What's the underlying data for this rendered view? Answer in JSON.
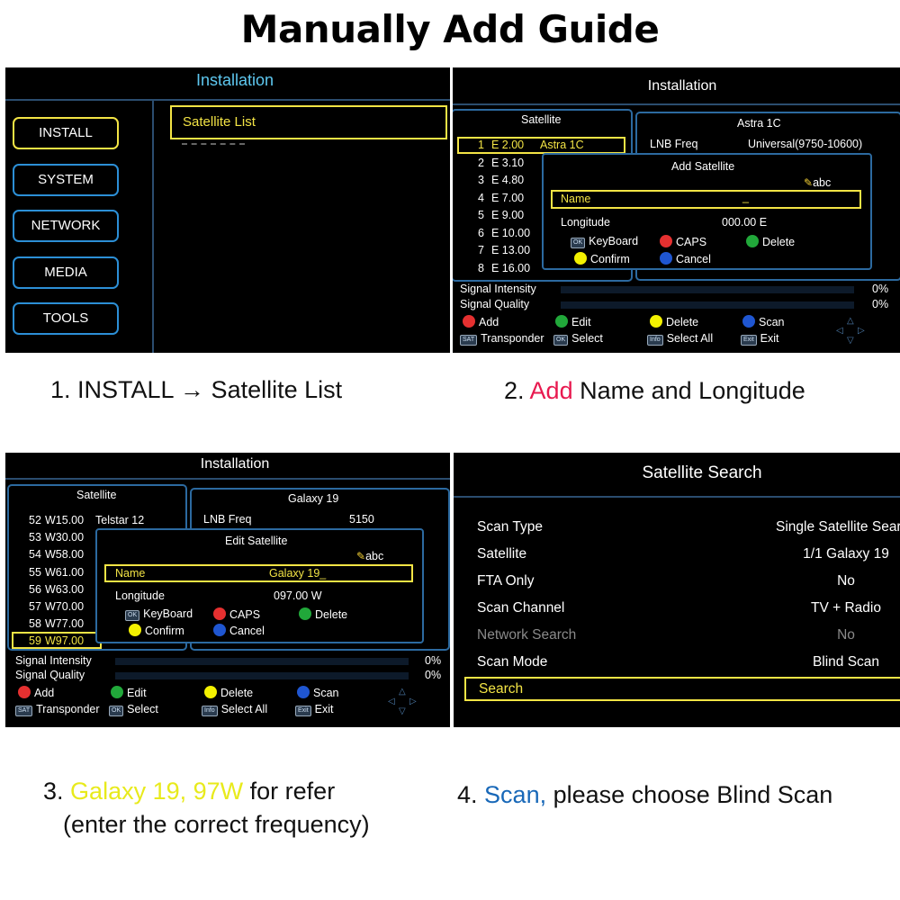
{
  "title": "Manually Add Guide",
  "panel1": {
    "header": "Installation",
    "menu": [
      "INSTALL",
      "SYSTEM",
      "NETWORK",
      "MEDIA",
      "TOOLS"
    ],
    "selected_item": "Satellite List",
    "caption": "1. INSTALL → Satellite List"
  },
  "panel2": {
    "header": "Installation",
    "list_title": "Satellite",
    "satellites": [
      {
        "num": "1",
        "pos": "E 2.00",
        "name": "Astra 1C"
      },
      {
        "num": "2",
        "pos": "E 3.10",
        "name": ""
      },
      {
        "num": "3",
        "pos": "E 4.80",
        "name": ""
      },
      {
        "num": "4",
        "pos": "E 7.00",
        "name": ""
      },
      {
        "num": "5",
        "pos": "E 9.00",
        "name": ""
      },
      {
        "num": "6",
        "pos": "E 10.00",
        "name": ""
      },
      {
        "num": "7",
        "pos": "E 13.00",
        "name": ""
      },
      {
        "num": "8",
        "pos": "E 16.00",
        "name": ""
      }
    ],
    "info_title": "Astra 1C",
    "lnb_label": "LNB Freq",
    "lnb_value": "Universal(9750-10600)",
    "dialog": {
      "title": "Add Satellite",
      "mode": "abc",
      "name_label": "Name",
      "name_value": "_",
      "longitude_label": "Longitude",
      "longitude_value": "000.00 E",
      "keyboard": "KeyBoard",
      "caps": "CAPS",
      "delete": "Delete",
      "confirm": "Confirm",
      "cancel": "Cancel"
    },
    "signal_intensity": "Signal Intensity",
    "signal_quality": "Signal Quality",
    "intensity_pct": "0%",
    "quality_pct": "0%",
    "buttons": {
      "add": "Add",
      "edit": "Edit",
      "delete": "Delete",
      "scan": "Scan",
      "transponder": "Transponder",
      "select": "Select",
      "select_all": "Select All",
      "exit": "Exit"
    },
    "keys": {
      "sat": "SAT",
      "ok": "OK",
      "info": "Info",
      "exit": "Exit"
    },
    "caption_num": "2.",
    "caption_hl": "Add",
    "caption_rest": "Name and Longitude"
  },
  "panel3": {
    "header": "Installation",
    "list_title": "Satellite",
    "satellites": [
      {
        "num": "52",
        "pos": "W15.00",
        "name": "Telstar 12"
      },
      {
        "num": "53",
        "pos": "W30.00",
        "name": ""
      },
      {
        "num": "54",
        "pos": "W58.00",
        "name": ""
      },
      {
        "num": "55",
        "pos": "W61.00",
        "name": ""
      },
      {
        "num": "56",
        "pos": "W63.00",
        "name": ""
      },
      {
        "num": "57",
        "pos": "W70.00",
        "name": ""
      },
      {
        "num": "58",
        "pos": "W77.00",
        "name": ""
      },
      {
        "num": "59",
        "pos": "W97.00",
        "name": ""
      }
    ],
    "info_title": "Galaxy 19",
    "lnb_label": "LNB Freq",
    "lnb_value": "5150",
    "dialog": {
      "title": "Edit Satellite",
      "mode": "abc",
      "name_label": "Name",
      "name_value": "Galaxy 19_",
      "longitude_label": "Longitude",
      "longitude_value": "097.00 W",
      "keyboard": "KeyBoard",
      "caps": "CAPS",
      "delete": "Delete",
      "confirm": "Confirm",
      "cancel": "Cancel"
    },
    "signal_intensity": "Signal Intensity",
    "signal_quality": "Signal Quality",
    "intensity_pct": "0%",
    "quality_pct": "0%",
    "buttons": {
      "add": "Add",
      "edit": "Edit",
      "delete": "Delete",
      "scan": "Scan",
      "transponder": "Transponder",
      "select": "Select",
      "select_all": "Select All",
      "exit": "Exit"
    },
    "keys": {
      "sat": "SAT",
      "ok": "OK",
      "info": "Info",
      "exit": "Exit"
    },
    "caption_num": "3.",
    "caption_hl": "Galaxy 19, 97W",
    "caption_rest": "for refer",
    "caption_line2": "(enter the correct frequency)"
  },
  "panel4": {
    "header": "Satellite Search",
    "rows": [
      {
        "label": "Scan Type",
        "value": "Single Satellite Search"
      },
      {
        "label": "Satellite",
        "value": "1/1 Galaxy 19"
      },
      {
        "label": "FTA Only",
        "value": "No"
      },
      {
        "label": "Scan Channel",
        "value": "TV + Radio"
      },
      {
        "label": "Network Search",
        "value": "No"
      },
      {
        "label": "Scan Mode",
        "value": "Blind Scan"
      }
    ],
    "search": "Search",
    "caption_num": "4.",
    "caption_hl": "Scan,",
    "caption_rest": "please choose Blind Scan"
  },
  "colors": {
    "highlight_yellow": "#f3e445",
    "frame_blue": "#2c6aa0",
    "header_cyan": "#5ec8f0",
    "caption_red": "#e8194f",
    "caption_yellow": "#e8ea1c",
    "caption_blue": "#1868b8"
  }
}
